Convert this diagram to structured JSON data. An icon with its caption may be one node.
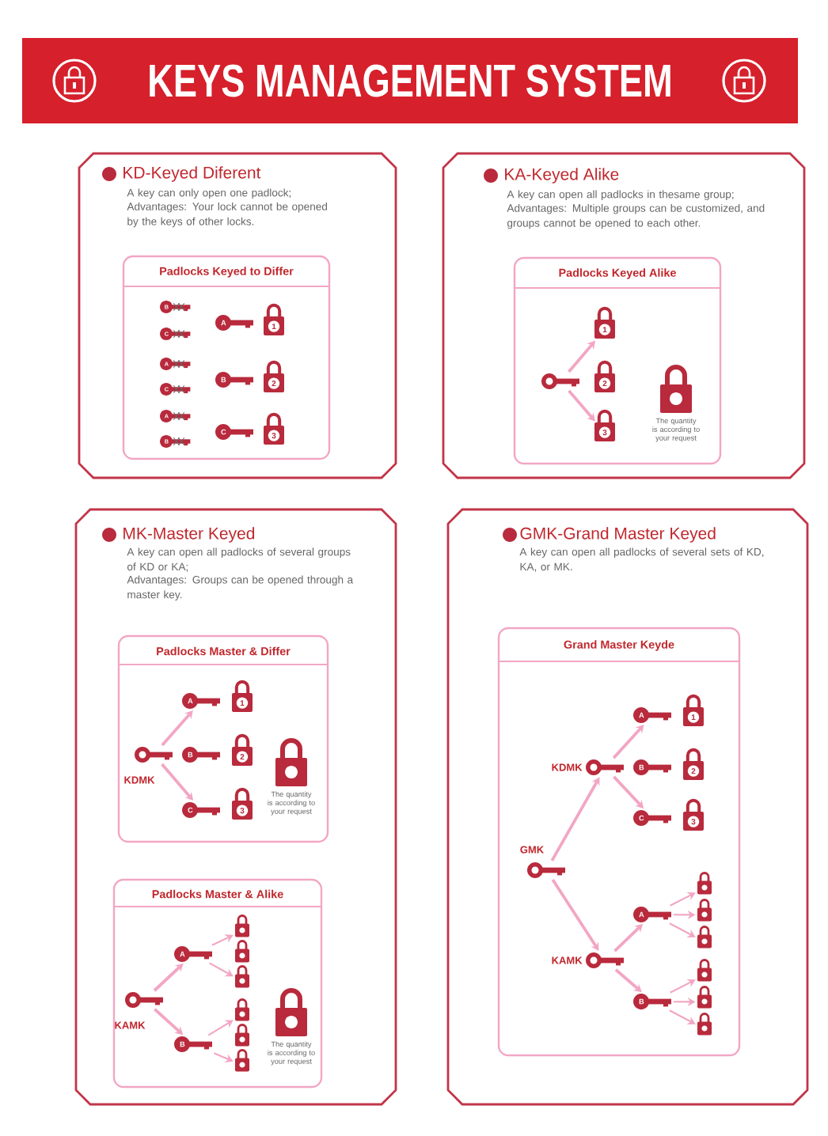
{
  "diagram": {
    "title": "KEYS MANAGEMENT SYSTEM",
    "nodes": [
      {
        "text": [
          "KD-Keyed Diferent",
          "A key can only open one padlock;",
          "Advantages: Your lock cannot be opened by the keys of other locks."
        ]
      },
      {
        "text": [
          "Padlocks Keyed to Differ"
        ],
        "in": 0
      },
      {
        "text": [
          "B"
        ],
        "in": 1
      },
      {
        "text": [
          "C"
        ],
        "in": 1
      },
      {
        "text": [
          "A"
        ],
        "in": 1
      },
      {
        "text": [
          "1"
        ],
        "in": 1
      },
      {
        "text": [
          "A"
        ],
        "in": 1
      },
      {
        "text": [
          "C"
        ],
        "in": 1
      },
      {
        "text": [
          "B"
        ],
        "in": 1
      },
      {
        "text": [
          "2"
        ],
        "in": 1
      },
      {
        "text": [
          "A"
        ],
        "in": 1
      },
      {
        "text": [
          "B"
        ],
        "in": 1
      },
      {
        "text": [
          "C"
        ],
        "in": 1
      },
      {
        "text": [
          "3"
        ],
        "in": 1
      },
      {
        "text": [
          "KA-Keyed Alike",
          "A key can open all padlocks in thesame group;",
          "Advantages: Multiple groups can be customized, and groups cannot be opened to each other."
        ]
      },
      {
        "text": [
          "Padlocks Keyed Alike"
        ],
        "in": 14
      },
      {
        "text": [
          "1"
        ],
        "in": 15
      },
      {
        "text": [],
        "shape": "key",
        "in": 15
      },
      {
        "text": [
          "2"
        ],
        "in": 15
      },
      {
        "text": [
          "3"
        ],
        "in": 15
      },
      {
        "text": [],
        "shape": "padlock",
        "in": 15,
        "beside": [
          "The quantity is according to your request"
        ]
      },
      {
        "text": [
          "MK-Master Keyed",
          "A key can open all padlocks of several groups of KD or KA;",
          "Advantages: Groups can be opened through a master key."
        ]
      },
      {
        "text": [
          "Padlocks Master & Differ"
        ],
        "in": 21
      },
      {
        "text": [
          "A"
        ],
        "in": 22
      },
      {
        "text": [
          "1"
        ],
        "in": 22
      },
      {
        "text": [],
        "shape": "key",
        "in": 22,
        "beside": [
          "KDMK"
        ]
      },
      {
        "text": [
          "B"
        ],
        "in": 22
      },
      {
        "text": [
          "2"
        ],
        "in": 22
      },
      {
        "text": [],
        "shape": "padlock",
        "in": 22,
        "beside": [
          "The quantity is according to your request"
        ]
      },
      {
        "text": [
          "C"
        ],
        "in": 22
      },
      {
        "text": [
          "3"
        ],
        "in": 22
      },
      {
        "text": [
          "Padlocks Master & Alike"
        ],
        "in": 21
      },
      {
        "text": [],
        "shape": "padlock",
        "in": 31
      },
      {
        "text": [
          "A"
        ],
        "in": 31
      },
      {
        "text": [],
        "shape": "padlock",
        "in": 31
      },
      {
        "text": [],
        "shape": "padlock",
        "in": 31
      },
      {
        "text": [],
        "shape": "key",
        "in": 31,
        "beside": [
          "KAMK"
        ]
      },
      {
        "text": [],
        "shape": "padlock",
        "in": 31
      },
      {
        "text": [
          "B"
        ],
        "in": 31
      },
      {
        "text": [],
        "shape": "padlock",
        "in": 31
      },
      {
        "text": [],
        "shape": "padlock",
        "in": 31,
        "beside": [
          "The quantity is according to your request"
        ]
      },
      {
        "text": [],
        "shape": "padlock",
        "in": 31
      },
      {
        "text": [
          "GMK-Grand Master Keyed",
          "A key can open all padlocks of several sets of KD, KA, or MK."
        ]
      },
      {
        "text": [
          "Grand Master Keyde"
        ],
        "in": 42
      },
      {
        "text": [
          "A"
        ],
        "in": 43
      },
      {
        "text": [
          "1"
        ],
        "in": 43
      },
      {
        "text": [],
        "shape": "key",
        "in": 43,
        "beside": [
          "KDMK"
        ]
      },
      {
        "text": [
          "B"
        ],
        "in": 43
      },
      {
        "text": [
          "2"
        ],
        "in": 43
      },
      {
        "text": [
          "C"
        ],
        "in": 43
      },
      {
        "text": [
          "3"
        ],
        "in": 43
      },
      {
        "text": [],
        "shape": "key",
        "in": 43,
        "beside": [
          "GMK"
        ]
      },
      {
        "text": [],
        "shape": "padlock",
        "in": 43
      },
      {
        "text": [
          "A"
        ],
        "in": 43
      },
      {
        "text": [],
        "shape": "padlock",
        "in": 43
      },
      {
        "text": [],
        "shape": "padlock",
        "in": 43
      },
      {
        "text": [],
        "shape": "key",
        "in": 43,
        "beside": [
          "KAMK"
        ]
      },
      {
        "text": [],
        "shape": "padlock",
        "in": 43
      },
      {
        "text": [
          "B"
        ],
        "in": 43
      },
      {
        "text": [],
        "shape": "padlock",
        "in": 43
      },
      {
        "text": [],
        "shape": "padlock",
        "in": 43
      }
    ],
    "edges": [
      {
        "from": 17,
        "to": 16,
        "arrow": "to"
      },
      {
        "from": 17,
        "to": 19,
        "arrow": "to"
      },
      {
        "from": 25,
        "to": 23,
        "arrow": "to"
      },
      {
        "from": 25,
        "to": 29,
        "arrow": "to"
      },
      {
        "from": 36,
        "to": 33,
        "arrow": "to"
      },
      {
        "from": 36,
        "to": 38,
        "arrow": "to"
      },
      {
        "from": 33,
        "to": 32,
        "arrow": "to"
      },
      {
        "from": 33,
        "to": 35,
        "arrow": "to"
      },
      {
        "from": 38,
        "to": 37,
        "arrow": "to"
      },
      {
        "from": 38,
        "to": 41,
        "arrow": "to"
      },
      {
        "from": 51,
        "to": 46,
        "arrow": "to"
      },
      {
        "from": 51,
        "to": 56,
        "arrow": "to"
      },
      {
        "from": 46,
        "to": 44,
        "arrow": "to"
      },
      {
        "from": 46,
        "to": 49,
        "arrow": "to"
      },
      {
        "from": 56,
        "to": 53,
        "arrow": "to"
      },
      {
        "from": 56,
        "to": 58,
        "arrow": "to"
      },
      {
        "from": 53,
        "to": 52,
        "arrow": "to"
      },
      {
        "from": 53,
        "to": 54,
        "arrow": "to"
      },
      {
        "from": 53,
        "to": 55,
        "arrow": "to"
      },
      {
        "from": 58,
        "to": 57,
        "arrow": "to"
      },
      {
        "from": 58,
        "to": 59,
        "arrow": "to"
      },
      {
        "from": 58,
        "to": 60,
        "arrow": "to"
      }
    ]
  }
}
